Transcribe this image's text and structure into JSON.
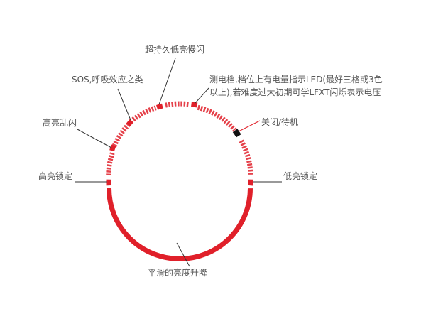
{
  "labels": {
    "slow_flash": "超持久低亮慢闪",
    "sos": "SOS,呼吸效应之类",
    "battery_line1": "测电档,档位上有电量指示LED(最好三格或3色",
    "battery_line2": "以上),若难度过大初期可学LFXT闪烁表示电压",
    "off_standby": "关闭/待机",
    "high_strobe": "高亮乱闪",
    "high_lock": "高亮锁定",
    "low_lock": "低亮锁定",
    "smooth_ramp": "平滑的亮度升降"
  },
  "colors": {
    "red": "#e0202a",
    "dashed_red": "#e0202a",
    "black_marker": "#111111",
    "leader_line": "#333333",
    "text": "#555555",
    "background": "#ffffff"
  }
}
